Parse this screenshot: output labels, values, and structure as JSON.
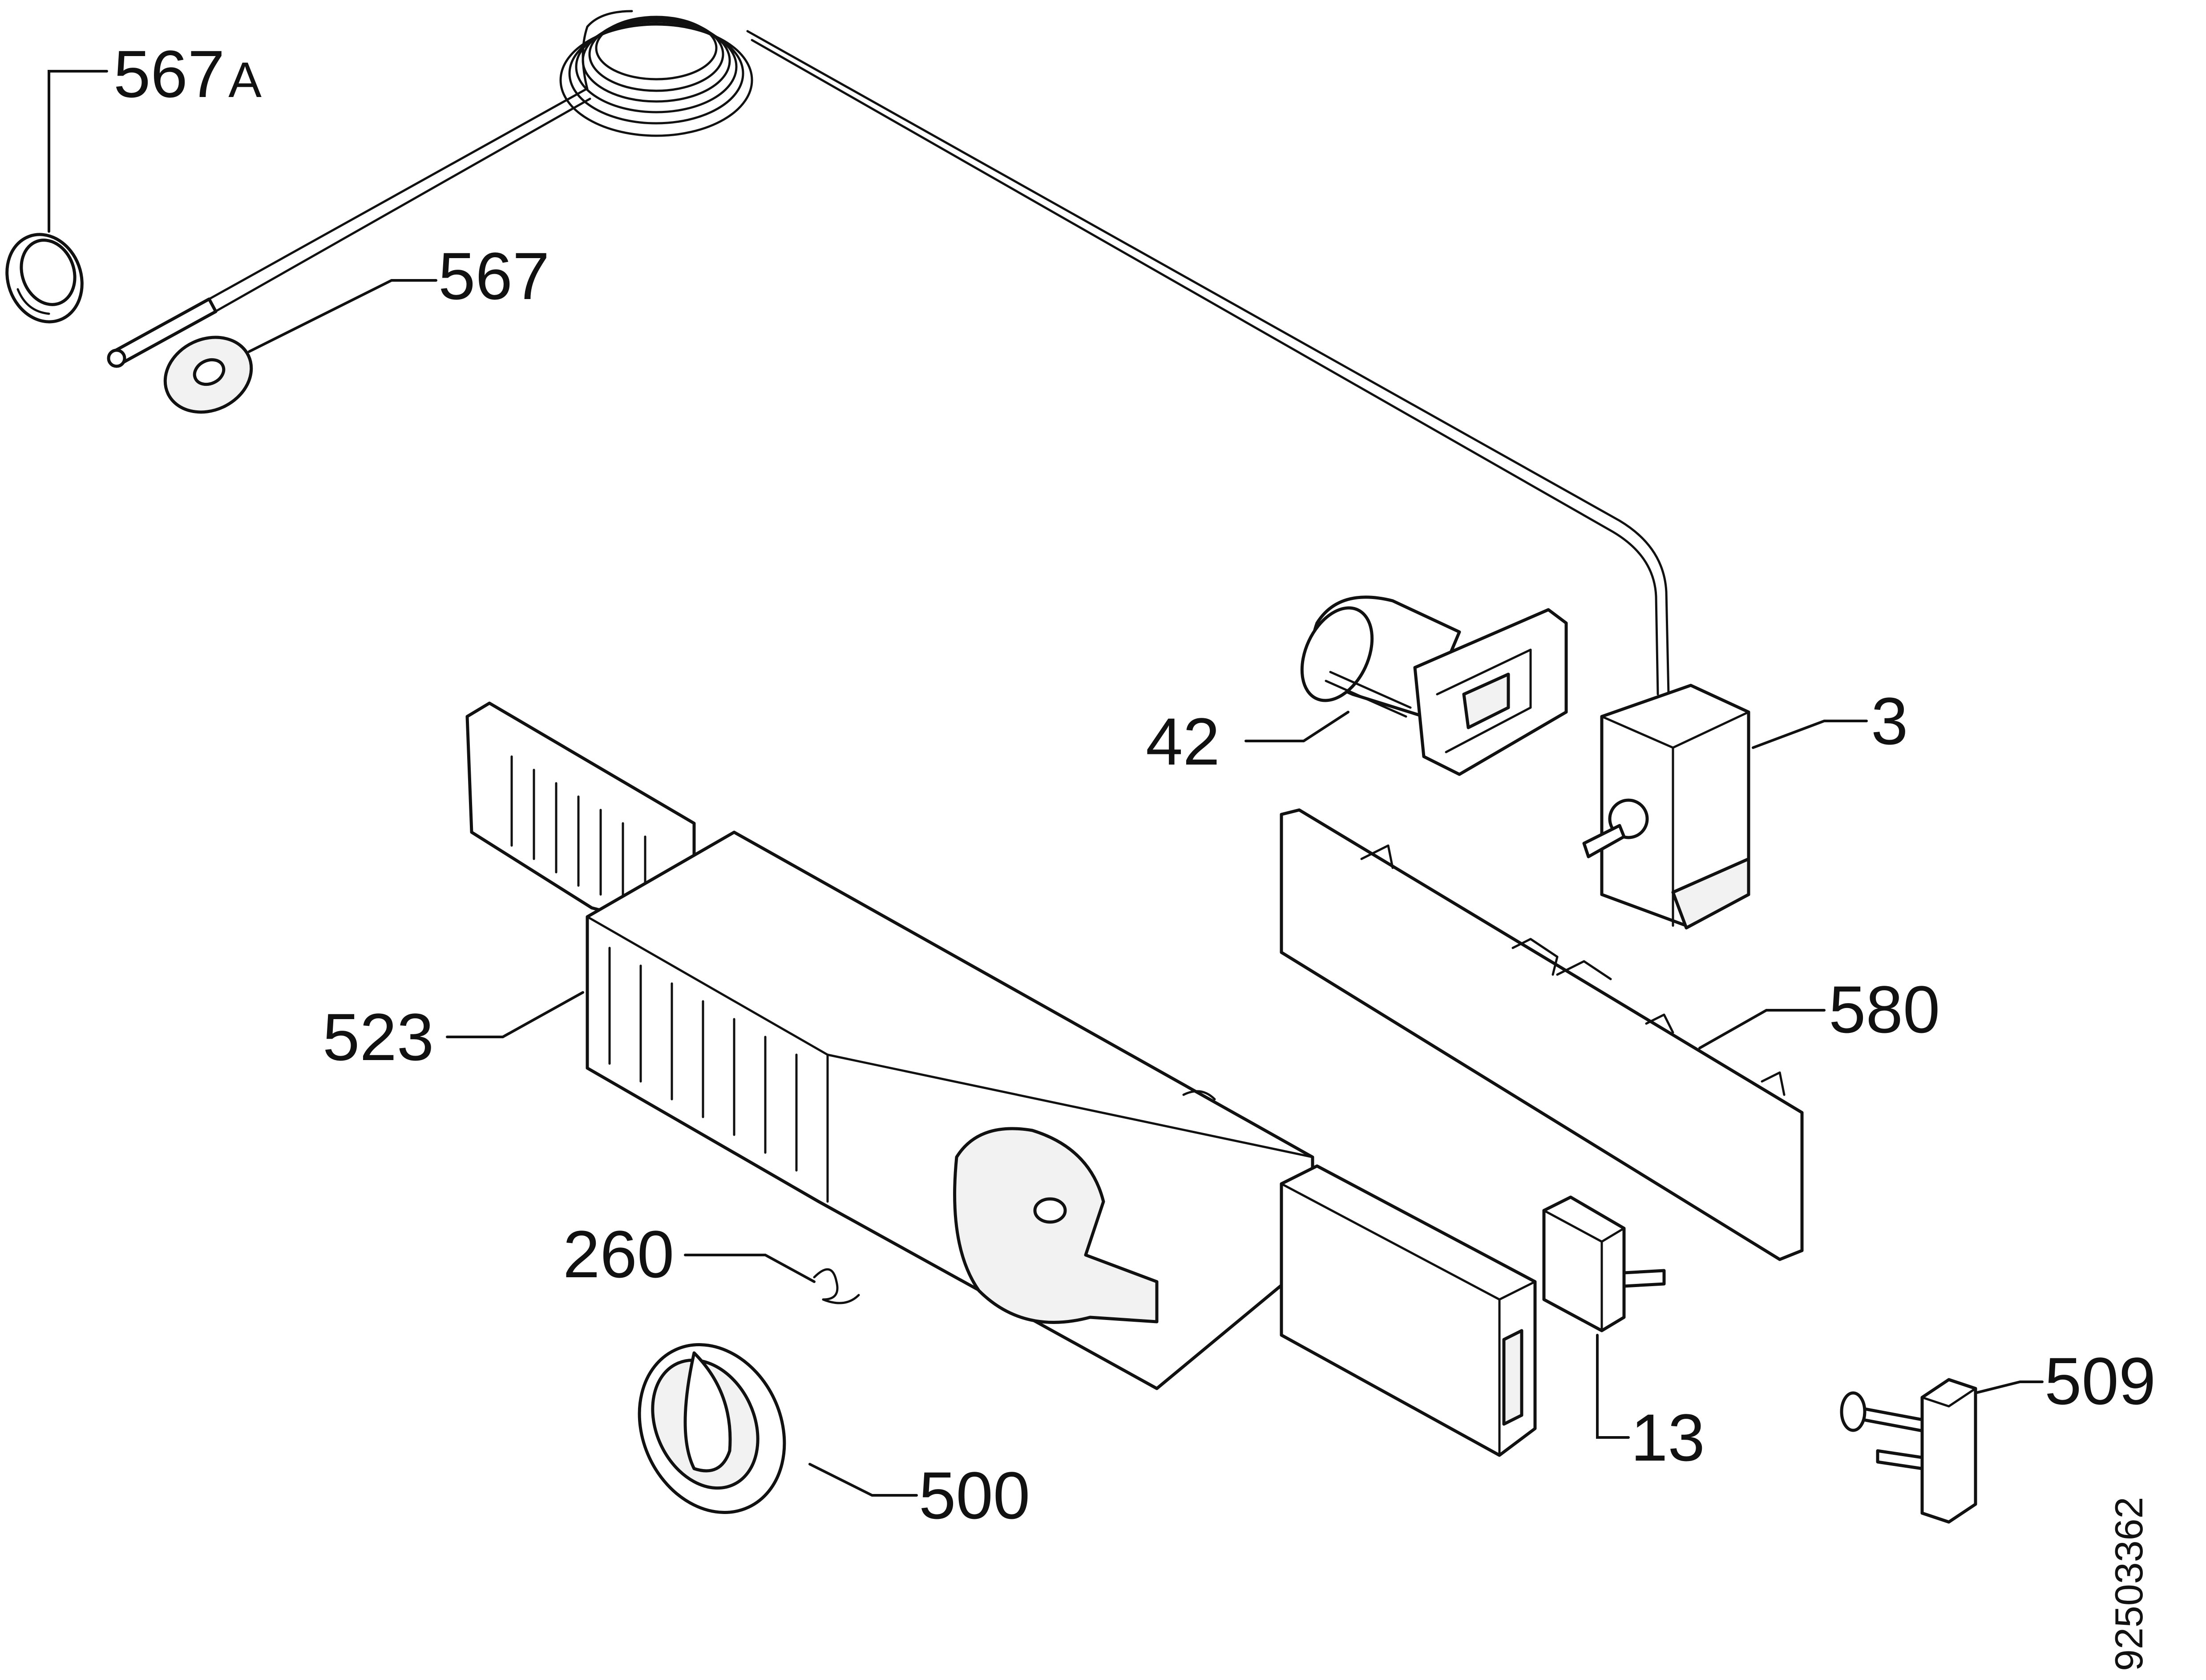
{
  "callouts": {
    "c567a_num": "567",
    "c567a_suffix": "A",
    "c567": "567",
    "c42": "42",
    "c3": "3",
    "c523": "523",
    "c580": "580",
    "c260": "260",
    "c500": "500",
    "c13": "13",
    "c509": "509"
  },
  "document_number": "92503362"
}
